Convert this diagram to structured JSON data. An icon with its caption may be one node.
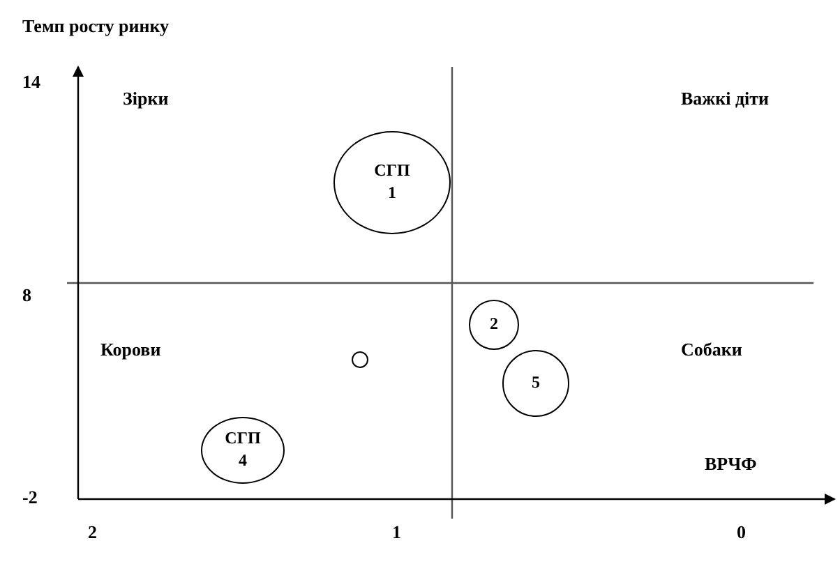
{
  "diagram": {
    "nodes": [
      {
        "text": [
          "СГП 1"
        ]
      },
      {
        "text": [
          "2"
        ]
      },
      {
        "text": [
          "5"
        ]
      },
      {
        "text": [
          "СГП 4"
        ]
      },
      {
        "text": [],
        "shape": "circle"
      }
    ],
    "edges": [],
    "labels": [
      "Темп росту ринку",
      "14",
      "Зірки",
      "Важкі діти",
      "8",
      "Корови",
      "Собаки",
      "ВРЧФ",
      "-2",
      "2",
      "1",
      "0"
    ]
  }
}
